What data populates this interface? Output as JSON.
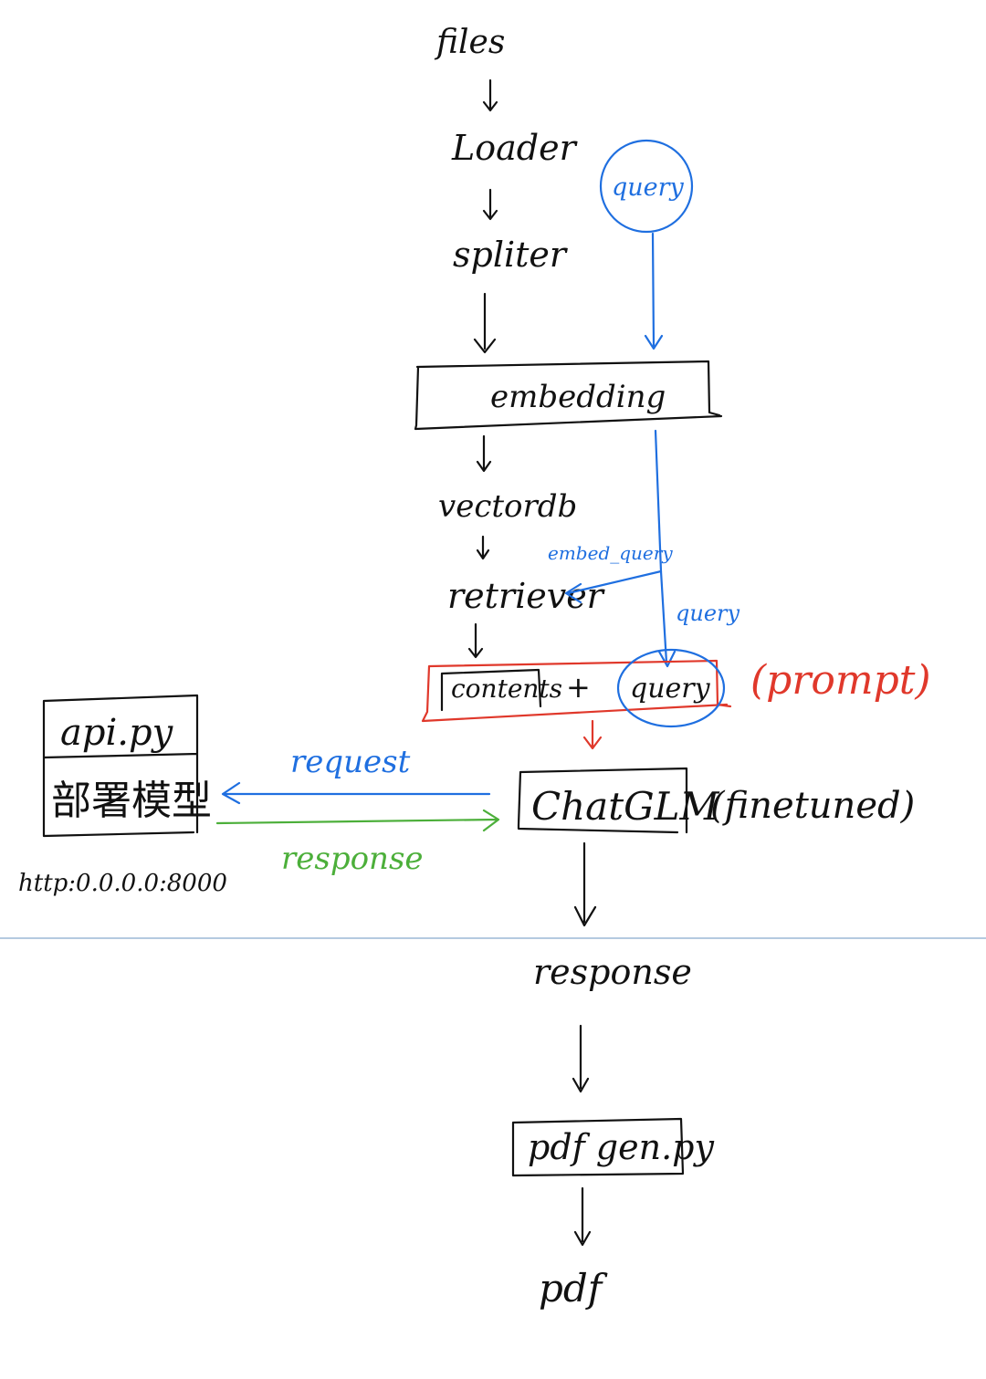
{
  "nodes": {
    "files": "files",
    "loader": "Loader",
    "spliter": "spliter",
    "embedding": "embedding",
    "vectordb": "vectordb",
    "retriever": "retriever",
    "contents": "contents",
    "plus": "+",
    "prompt_query": "query",
    "prompt_label": "(prompt)",
    "chatglm": "ChatGLM",
    "finetuned": "(finetuned)",
    "api_py": "api.py",
    "model_cn": "部署模型",
    "address": "http:0.0.0.0:8000",
    "response_out": "response",
    "pdfgen": "pdf gen.py",
    "pdf": "pdf"
  },
  "edges": {
    "query_bubble": "query",
    "embed_query": "embed_query",
    "query_side": "query",
    "request": "request",
    "response": "response"
  },
  "colors": {
    "ink": "#111111",
    "blue": "#1f6fe0",
    "red": "#e0382b",
    "green": "#4caf3a",
    "divider": "#9cb9d6"
  }
}
